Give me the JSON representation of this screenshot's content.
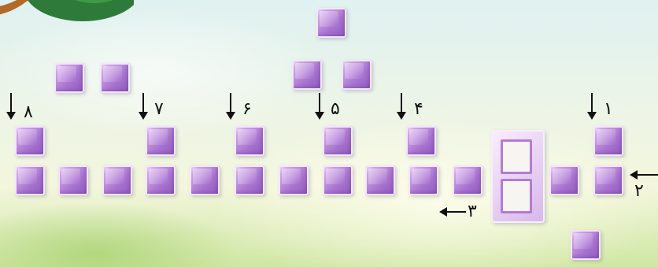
{
  "puzzle": {
    "column_labels": [
      "۸",
      "۷",
      "۶",
      "۵",
      "۴",
      "۱"
    ],
    "row_labels": [
      "۲",
      "۳"
    ]
  }
}
